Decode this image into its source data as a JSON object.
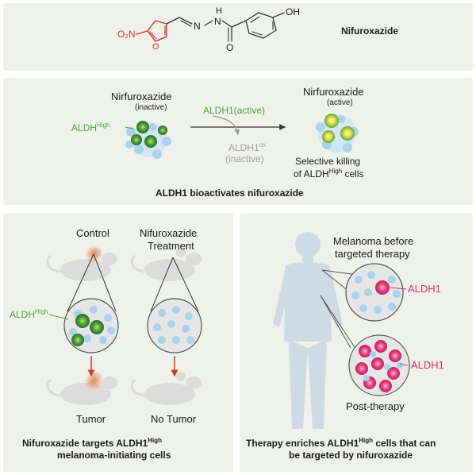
{
  "top": {
    "no2": "O₂N",
    "o_ring": "O",
    "n_left": "N",
    "n_right": "N",
    "h": "H",
    "o_carbonyl": "O",
    "oh": "OH",
    "compound_name": "Nifuroxazide"
  },
  "middle": {
    "inactive_name": "Nirfuroxazide",
    "inactive_state": "(inactive)",
    "aldh_high_base": "ALDH",
    "aldh_high_sup": "High",
    "enzyme_active": "ALDH1(active)",
    "enzyme_ox_base": "ALDH1",
    "enzyme_ox_sup": "ox",
    "enzyme_ox_state": "(inactive)",
    "active_name": "Nirfuroxazide",
    "active_state": "(active)",
    "killing_line1": "Selective killing",
    "killing_line2_pre": "of ALDH",
    "killing_line2_sup": "High",
    "killing_line2_post": " cells",
    "caption": "ALDH1 bioactivates nifuroxazide"
  },
  "bottom_left": {
    "control_label": "Control",
    "treatment_line1": "Nifuroxazide",
    "treatment_line2": "Treatment",
    "aldh_high_base": "ALDH",
    "aldh_high_sup": "High",
    "tumor_label": "Tumor",
    "no_tumor_label": "No Tumor",
    "caption_line1_pre": "Nifuroxazide targets ALDH1",
    "caption_line1_sup": "High",
    "caption_line2": "melanoma-initiating cells"
  },
  "bottom_right": {
    "before_line1": "Melanoma before",
    "before_line2": "targeted therapy",
    "aldh1_top": "ALDH1",
    "aldh1_bottom": "ALDH1",
    "post_therapy": "Post-therapy",
    "caption_line1_pre": "Therapy enriches ALDH1",
    "caption_line1_sup": "High",
    "caption_line1_post": " cells that can",
    "caption_line2": "be targeted by nifuroxazide"
  },
  "colors": {
    "panel_bg": "#eff2ea",
    "nitro_red": "#e0302a",
    "aldh_green": "#4aa43a",
    "aldh1_pink": "#e02a72",
    "cell_blue": "#a9d3ec",
    "tumor_orange": "#e8804a",
    "silhouette": "#cfdbe4"
  }
}
